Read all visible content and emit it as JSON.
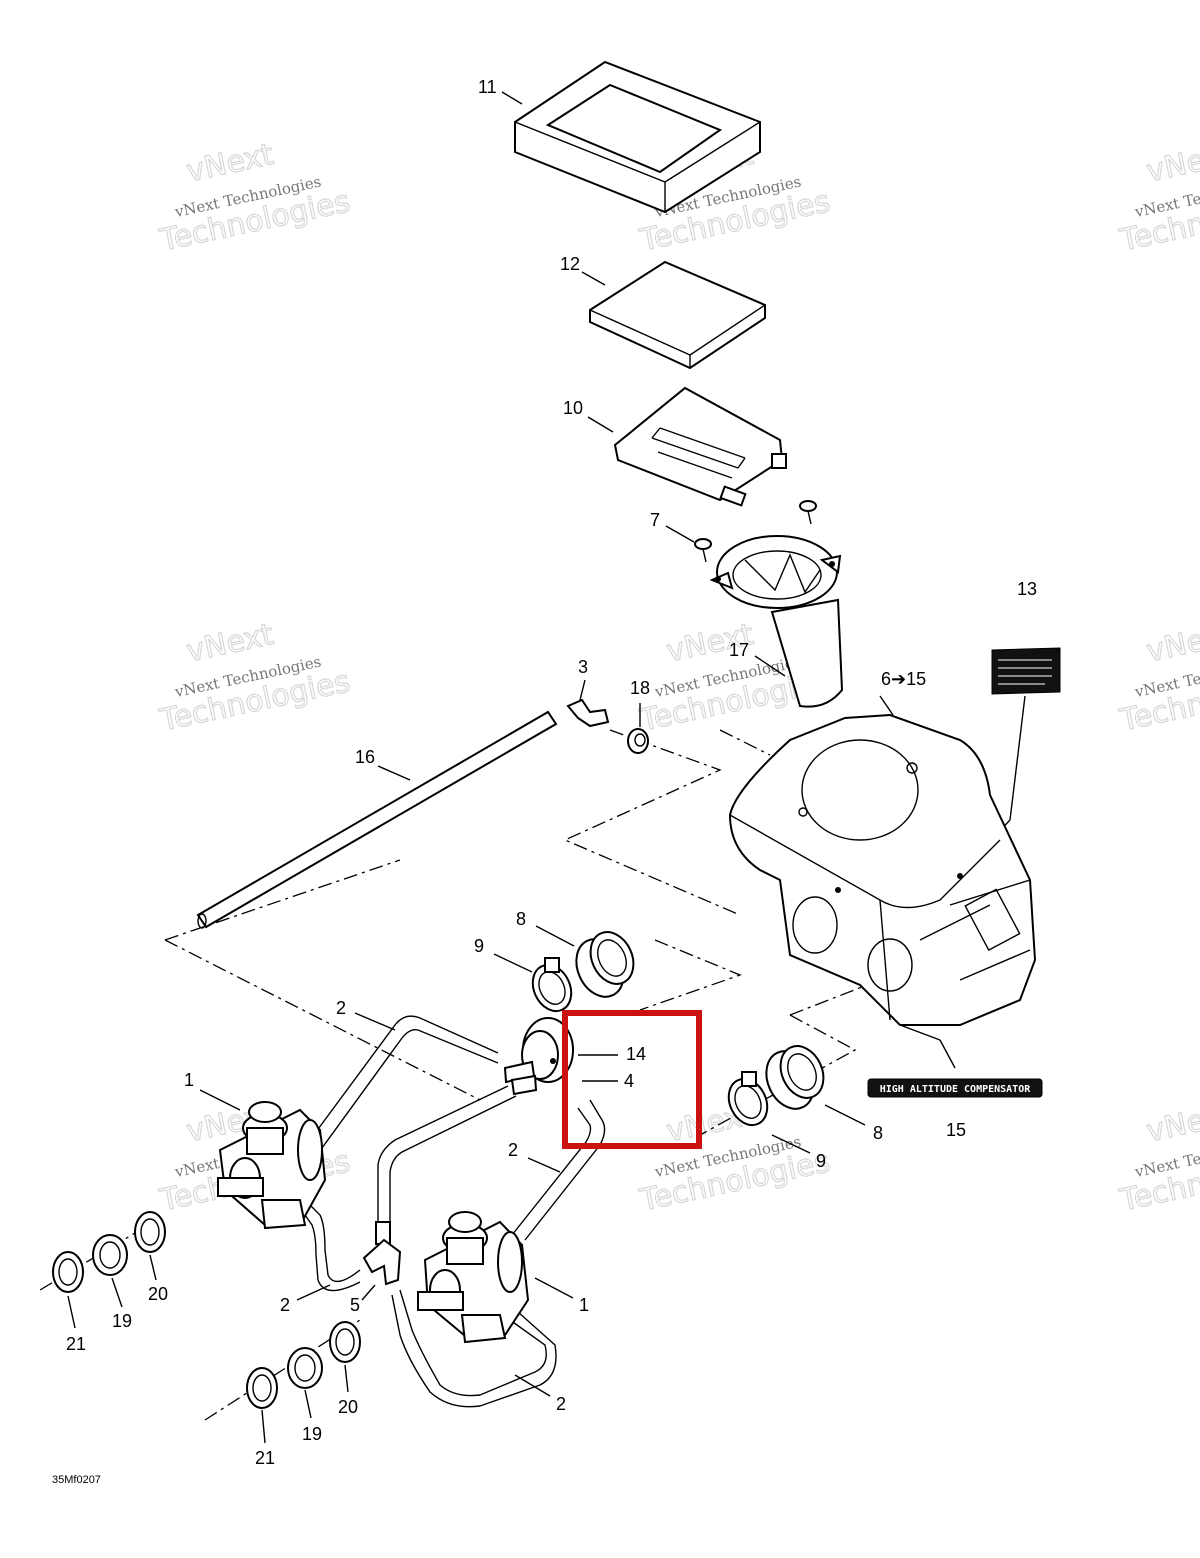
{
  "watermark": {
    "line1": "vNext",
    "line2": "vNext Technologies",
    "line3": "Technologies"
  },
  "callouts": {
    "c11": "11",
    "c12": "12",
    "c10": "10",
    "c7": "7",
    "c13": "13",
    "c17": "17",
    "c3": "3",
    "c18": "18",
    "c6_15": "6➔15",
    "c16": "16",
    "c8a": "8",
    "c9a": "9",
    "c2a": "2",
    "c14": "14",
    "c4": "4",
    "c1a": "1",
    "c2b": "2",
    "c8b": "8",
    "c9b": "9",
    "c15": "15",
    "c20a": "20",
    "c19a": "19",
    "c21a": "21",
    "c2c": "2",
    "c5": "5",
    "c1b": "1",
    "c20b": "20",
    "c19b": "19",
    "c21b": "21",
    "c2d": "2"
  },
  "decal_text": "HIGH ALTITUDE COMPENSATOR",
  "drawing_code": "35Mf0207",
  "highlight_color": "#cc1111"
}
